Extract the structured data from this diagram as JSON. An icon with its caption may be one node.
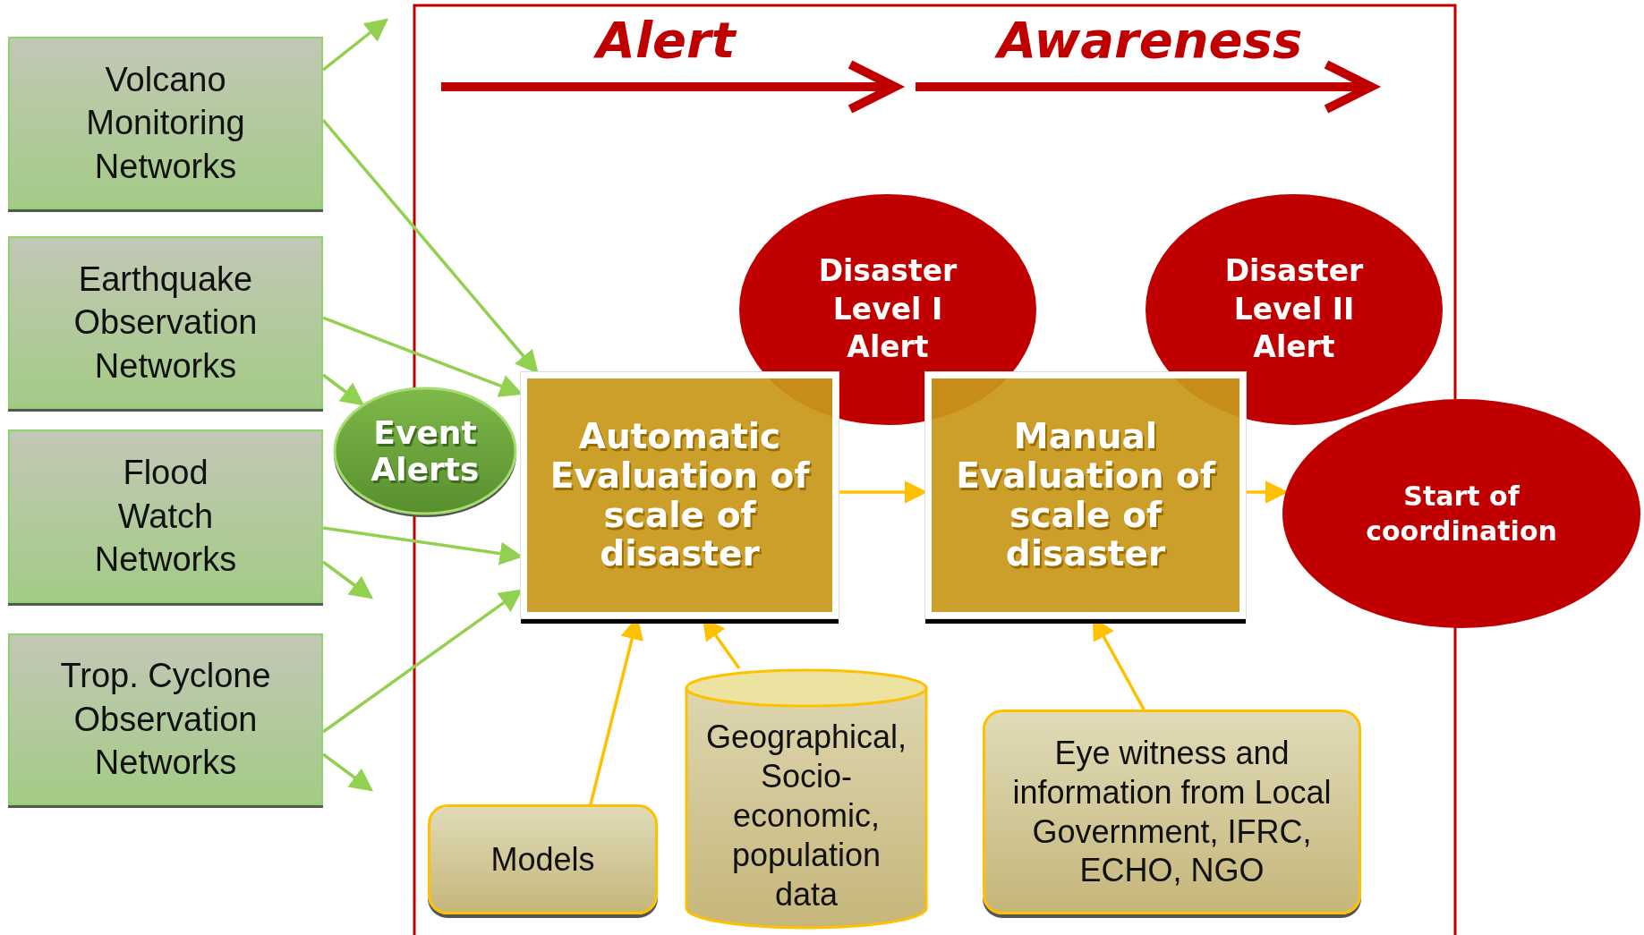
{
  "diagram": {
    "nodes": [
      {
        "text": [
          "Volcano Monitoring Networks"
        ]
      },
      {
        "text": [
          "Earthquake Observation Networks"
        ]
      },
      {
        "text": [
          "Flood Watch Networks"
        ]
      },
      {
        "text": [
          "Trop. Cyclone Observation Networks"
        ]
      },
      {
        "text": [
          "Event Alerts"
        ]
      },
      {
        "text": [
          "Disaster Level I Alert"
        ]
      },
      {
        "text": [
          "Disaster Level II Alert"
        ]
      },
      {
        "text": [
          "Automatic Evaluation of scale of disaster"
        ]
      },
      {
        "text": [
          "Manual Evaluation of scale of disaster"
        ]
      },
      {
        "text": [
          "Start of coordination"
        ]
      },
      {
        "text": [
          "Models"
        ]
      },
      {
        "text": [
          "Geographical, Socio-economic, population data"
        ]
      },
      {
        "text": [
          "Eye witness and information from Local Government, IFRC, ECHO, NGO"
        ]
      }
    ],
    "edges": [
      {
        "from": 0,
        "to": null,
        "arrow": "to"
      },
      {
        "from": 0,
        "to": 7,
        "arrow": "to"
      },
      {
        "from": 1,
        "to": 7,
        "arrow": "to"
      },
      {
        "from": 1,
        "to": 4,
        "arrow": "to"
      },
      {
        "from": 2,
        "to": 7,
        "arrow": "to"
      },
      {
        "from": 2,
        "to": null,
        "arrow": "to"
      },
      {
        "from": 3,
        "to": 7,
        "arrow": "to"
      },
      {
        "from": 3,
        "to": null,
        "arrow": "to"
      },
      {
        "from": 7,
        "to": 8,
        "arrow": "to",
        "color": "#ffc000"
      },
      {
        "from": 8,
        "to": 9,
        "arrow": "to",
        "color": "#ffc000"
      },
      {
        "from": 10,
        "to": 7,
        "arrow": "to",
        "color": "#ffc000"
      },
      {
        "from": 11,
        "to": 7,
        "arrow": "to",
        "color": "#ffc000"
      },
      {
        "from": 12,
        "to": 8,
        "arrow": "to",
        "color": "#ffc000"
      }
    ],
    "labels": [
      "Alert",
      "Awareness"
    ]
  }
}
